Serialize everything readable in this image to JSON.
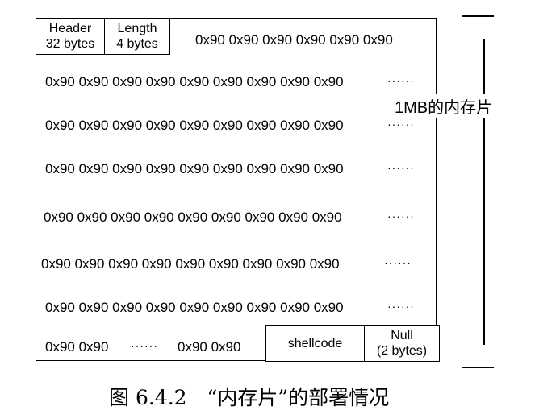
{
  "header_cell": {
    "line1": "Header",
    "line2": "32 bytes"
  },
  "length_cell": {
    "line1": "Length",
    "line2": "4 bytes"
  },
  "first_row_text": "0x90 0x90 0x90 0x90 0x90 0x90",
  "rows": [
    {
      "text": "0x90 0x90 0x90 0x90 0x90 0x90 0x90 0x90 0x90",
      "dots": "······"
    },
    {
      "text": "0x90 0x90 0x90 0x90 0x90 0x90 0x90 0x90 0x90",
      "dots": "······"
    },
    {
      "text": "0x90 0x90 0x90 0x90 0x90 0x90 0x90 0x90 0x90",
      "dots": "······"
    },
    {
      "text": "0x90 0x90 0x90 0x90 0x90 0x90 0x90 0x90 0x90",
      "dots": "······"
    },
    {
      "text": "0x90 0x90 0x90 0x90 0x90 0x90 0x90 0x90 0x90",
      "dots": "······"
    },
    {
      "text": "0x90 0x90 0x90 0x90 0x90 0x90 0x90 0x90 0x90",
      "dots": "······"
    }
  ],
  "last_row": {
    "left_text": "0x90 0x90",
    "dots": "······",
    "right_text": "0x90 0x90"
  },
  "shellcode_cell": {
    "label": "shellcode"
  },
  "null_cell": {
    "line1": "Null",
    "line2": "(2 bytes)"
  },
  "size_label": "1MB的内存片",
  "caption": "图 6.4.2　“内存片”的部署情况"
}
